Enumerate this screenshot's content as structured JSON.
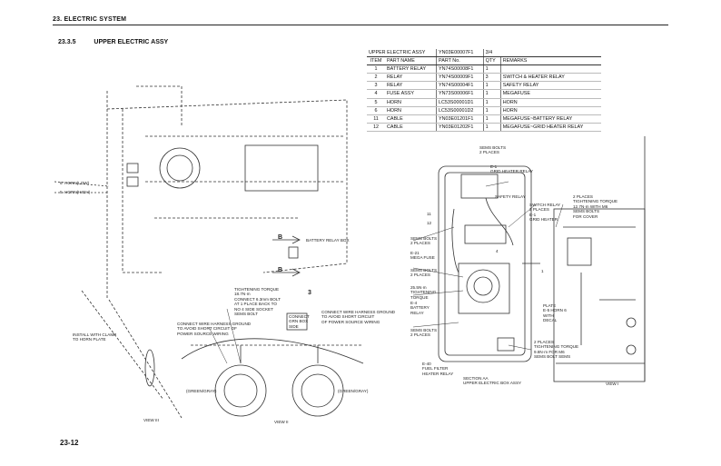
{
  "header": {
    "section": "23. ELECTRIC SYSTEM"
  },
  "subheader": {
    "number": "23.3.5",
    "title": "UPPER ELECTRIC ASSY"
  },
  "parts_table": {
    "title_name": "UPPER ELECTRIC ASSY",
    "title_part": "YN03E00007F1",
    "title_qty": "3/4",
    "headers": [
      "ITEM",
      "PART NAME",
      "PART No.",
      "QTY",
      "REMARKS"
    ],
    "rows": [
      [
        "1",
        "BATTERY RELAY",
        "YN74S00008F1",
        "1",
        ""
      ],
      [
        "2",
        "RELAY",
        "YN74S00009F1",
        "3",
        "SWITCH & HEATER RELAY"
      ],
      [
        "3",
        "RELAY",
        "YN74S00004F1",
        "1",
        "SAFETY RELAY"
      ],
      [
        "4",
        "FUSE ASSY",
        "YN73S00006F1",
        "1",
        "MEGAFUSE"
      ],
      [
        "5",
        "HORN",
        "LC53S00001D1",
        "1",
        "HORN"
      ],
      [
        "6",
        "HORN",
        "LC53S00001D2",
        "1",
        "HORN"
      ],
      [
        "11",
        "CABLE",
        "YN03E01201F1",
        "1",
        "MEGAFUSE~BATTERY RELAY"
      ],
      [
        "12",
        "CABLE",
        "YN03E01202F1",
        "1",
        "MEGAFUSE~GRID HEATER RELAY"
      ]
    ]
  },
  "labels": {
    "horn_low": "6  HORN(LOW)",
    "horn_high": "5  HORN(HIGH)",
    "battery_relay_box": "BATTERY RELAY BOX",
    "b_upper": "B",
    "b_lower": "B",
    "view_arrow": "3",
    "tightening_torque_left": "TIGHTENING TORQUE\n18.7N·m\nCONNECT 6.3mm BOLT\nAT 1 PLACE BACK TO\nNO 4 SIDE SOCKET\nSEMS BOLT",
    "connect_note_left": "CONNECT WIRE HARNESS GROUND\nTO AVOID SHORT CIRCUIT OF\nPOWER SOURCE WIRING",
    "connect_note_right": "CONNECT WIRE HARNESS GROUND\nTO AVOID SHORT CIRCUIT\nOF POWER SOURCE WIRING",
    "box_note": "CONNECT\nGRN BOX\nSIDE",
    "install_note": "INSTALL WITH CLAMP\nTO HORN PLATE",
    "green_left": "(GREEN/GRAY)",
    "green_right": "(GREEN/GRAY)",
    "view_a": "VIEW III",
    "view_b": "VIEW II",
    "sems_bolts_top": "SEMS BOLTS\n2 PLACES",
    "e1_relay": "E-1\nGRID HEATER RELAY",
    "sems_bolts_left1": "SEMS BOLTS\n2 PLACES",
    "e21_mega": "E-21\nMEGA FUSE",
    "sems_bolts_left2": "SEMS BOLTS\n2 PLACES",
    "torque_mid": "25.5N·m\nTIGHTENING\nTORQUE",
    "e4_battery": "E-4\nBATTERY\nRELAY",
    "sems_bolts_left3": "SEMS BOLTS\n2 PLACES",
    "e40_relay": "E-40\nFUEL FILTER\nHEATER RELAY",
    "safety_relay": "SAFETY RELAY",
    "switch_relay": "SWITCH RELAY\n2 PLACES\nE-1\nGRID HEATER",
    "two_places_right": "2 PLACES\nTIGHTENING TORQUE\n12.7N·m WITH M6\nSEMS BOLTS\nFOR COVER",
    "plate": "PLATE\nE-5 HORN 6\nWITH\nDECAL",
    "two_places_bottom": "2 PLACES\nTIGHTENING TORQUE\n9.8N·m FOR M6\nSEMS BOLT SEMS",
    "section_aa": "SECTION AA\nUPPER ELECTRIC BOX ASSY",
    "view_i": "VIEW I",
    "num_11": "11",
    "num_12": "12",
    "num_4": "4",
    "num_1": "1"
  },
  "page_number": "23-12"
}
